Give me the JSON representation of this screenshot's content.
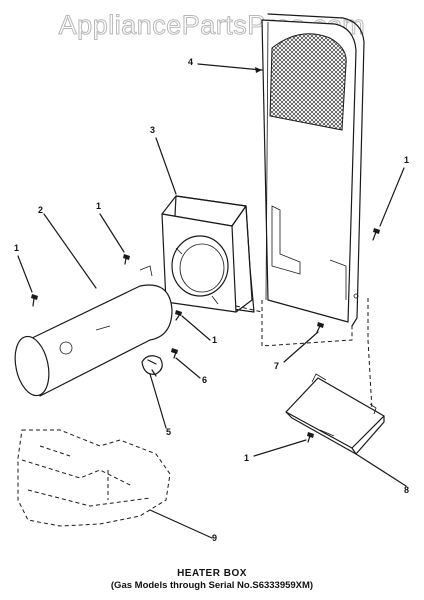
{
  "watermark": "AppliancePartsPros.com",
  "caption": {
    "title": "HEATER BOX",
    "subtitle": "(Gas Models through Serial No.S6333959XM)"
  },
  "callouts": {
    "c1_top_right": "1",
    "c1_upper_left": "1",
    "c1_left": "1",
    "c1_mid": "1",
    "c1_bottom": "1",
    "c2": "2",
    "c3": "3",
    "c4": "4",
    "c5": "5",
    "c6": "6",
    "c7": "7",
    "c8": "8",
    "c9": "9"
  },
  "parts": [
    {
      "ref": "1",
      "name": "screw"
    },
    {
      "ref": "2",
      "name": "combustion cylinder"
    },
    {
      "ref": "3",
      "name": "cover"
    },
    {
      "ref": "4",
      "name": "heater box back panel"
    },
    {
      "ref": "5",
      "name": "sensor"
    },
    {
      "ref": "6",
      "name": "screw"
    },
    {
      "ref": "7",
      "name": "screw"
    },
    {
      "ref": "8",
      "name": "bracket"
    },
    {
      "ref": "9",
      "name": "burner base"
    }
  ]
}
